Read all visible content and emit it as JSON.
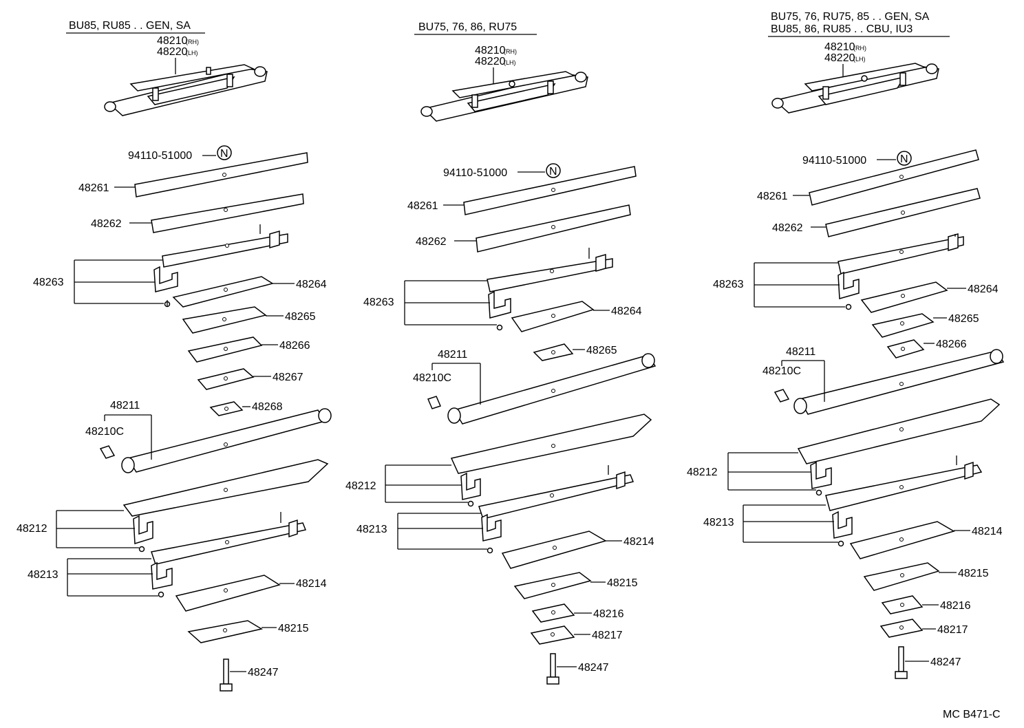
{
  "columns": [
    {
      "header": [
        "BU85, RU85 . . GEN, SA"
      ],
      "assembly": {
        "rh": "48210",
        "rh_tag": "(RH)",
        "lh": "48220",
        "lh_tag": "(LH)"
      },
      "parts": {
        "p94110": "94110-51000",
        "n_mark": "N",
        "p48261": "48261",
        "p48262": "48262",
        "p48263": "48263",
        "p48264": "48264",
        "p48265": "48265",
        "p48266": "48266",
        "p48267": "48267",
        "p48268": "48268",
        "p48211": "48211",
        "p48210C": "48210C",
        "p48212": "48212",
        "p48213": "48213",
        "p48214": "48214",
        "p48215": "48215",
        "p48247": "48247"
      }
    },
    {
      "header": [
        "BU75, 76, 86, RU75"
      ],
      "assembly": {
        "rh": "48210",
        "rh_tag": "(RH)",
        "lh": "48220",
        "lh_tag": "(LH)"
      },
      "parts": {
        "p94110": "94110-51000",
        "n_mark": "N",
        "p48261": "48261",
        "p48262": "48262",
        "p48263": "48263",
        "p48264": "48264",
        "p48265": "48265",
        "p48211": "48211",
        "p48210C": "48210C",
        "p48212": "48212",
        "p48213": "48213",
        "p48214": "48214",
        "p48215": "48215",
        "p48216": "48216",
        "p48217": "48217",
        "p48247": "48247"
      }
    },
    {
      "header": [
        "BU75, 76, RU75, 85 . . GEN, SA",
        "BU85, 86, RU85 . . CBU, IU3"
      ],
      "assembly": {
        "rh": "48210",
        "rh_tag": "(RH)",
        "lh": "48220",
        "lh_tag": "(LH)"
      },
      "parts": {
        "p94110": "94110-51000",
        "n_mark": "N",
        "p48261": "48261",
        "p48262": "48262",
        "p48263": "48263",
        "p48264": "48264",
        "p48265": "48265",
        "p48266": "48266",
        "p48211": "48211",
        "p48210C": "48210C",
        "p48212": "48212",
        "p48213": "48213",
        "p48214": "48214",
        "p48215": "48215",
        "p48216": "48216",
        "p48217": "48217",
        "p48247": "48247"
      }
    }
  ],
  "footer": {
    "code": "MC B471-C"
  }
}
